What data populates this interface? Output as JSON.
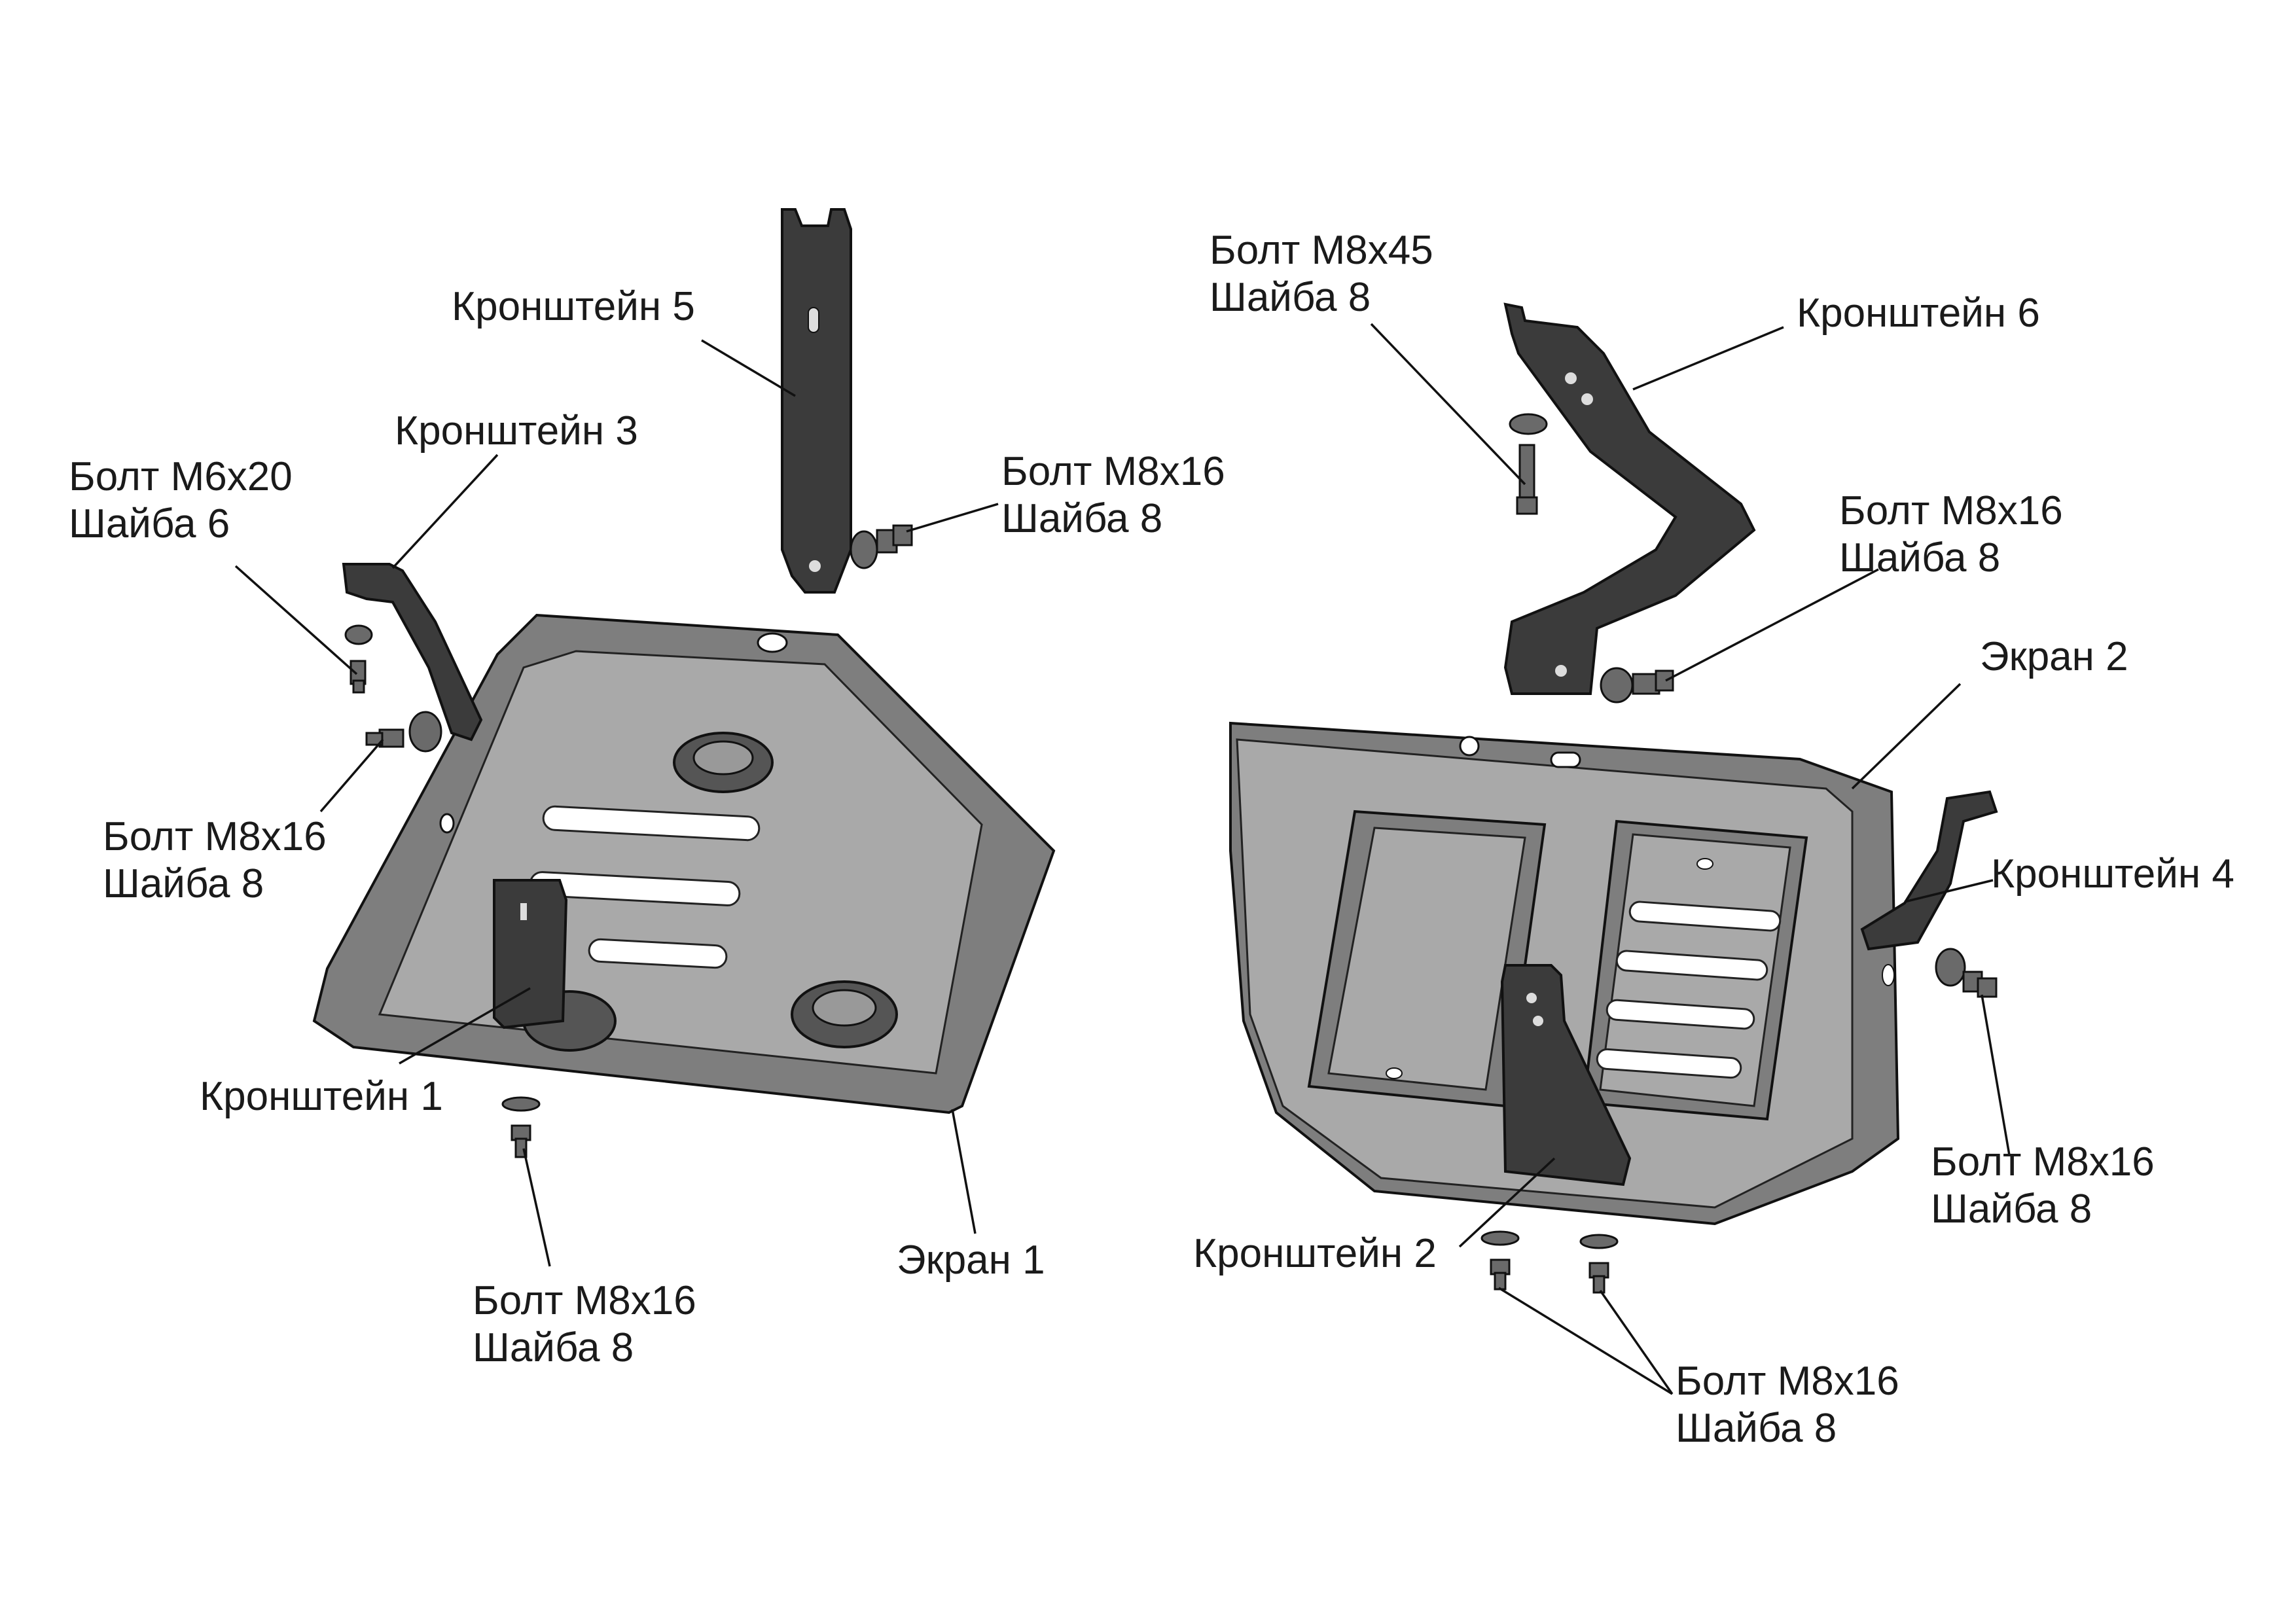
{
  "labels": {
    "kr5": "Кронштейн 5",
    "kr3": "Кронштейн 3",
    "bolt_m6": {
      "l1": "Болт М6х20",
      "l2": "Шайба 6"
    },
    "bolt_k5": {
      "l1": "Болт М8х16",
      "l2": "Шайба 8"
    },
    "bolt_left_mid": {
      "l1": "Болт М8х16",
      "l2": "Шайба 8"
    },
    "kr1": "Кронштейн 1",
    "bolt_left_bottom": {
      "l1": "Болт М8х16",
      "l2": "Шайба 8"
    },
    "ekran1": "Экран 1",
    "bolt_m845": {
      "l1": "Болт М8х45",
      "l2": "Шайба 8"
    },
    "kr6": "Кронштейн 6",
    "bolt_k6": {
      "l1": "Болт М8х16",
      "l2": "Шайба 8"
    },
    "ekran2": "Экран 2",
    "kr4": "Кронштейн 4",
    "bolt_k4": {
      "l1": "Болт М8х16",
      "l2": "Шайба 8"
    },
    "kr2": "Кронштейн 2",
    "bolt_right_bottom": {
      "l1": "Болт М8х16",
      "l2": "Шайба 8"
    }
  }
}
